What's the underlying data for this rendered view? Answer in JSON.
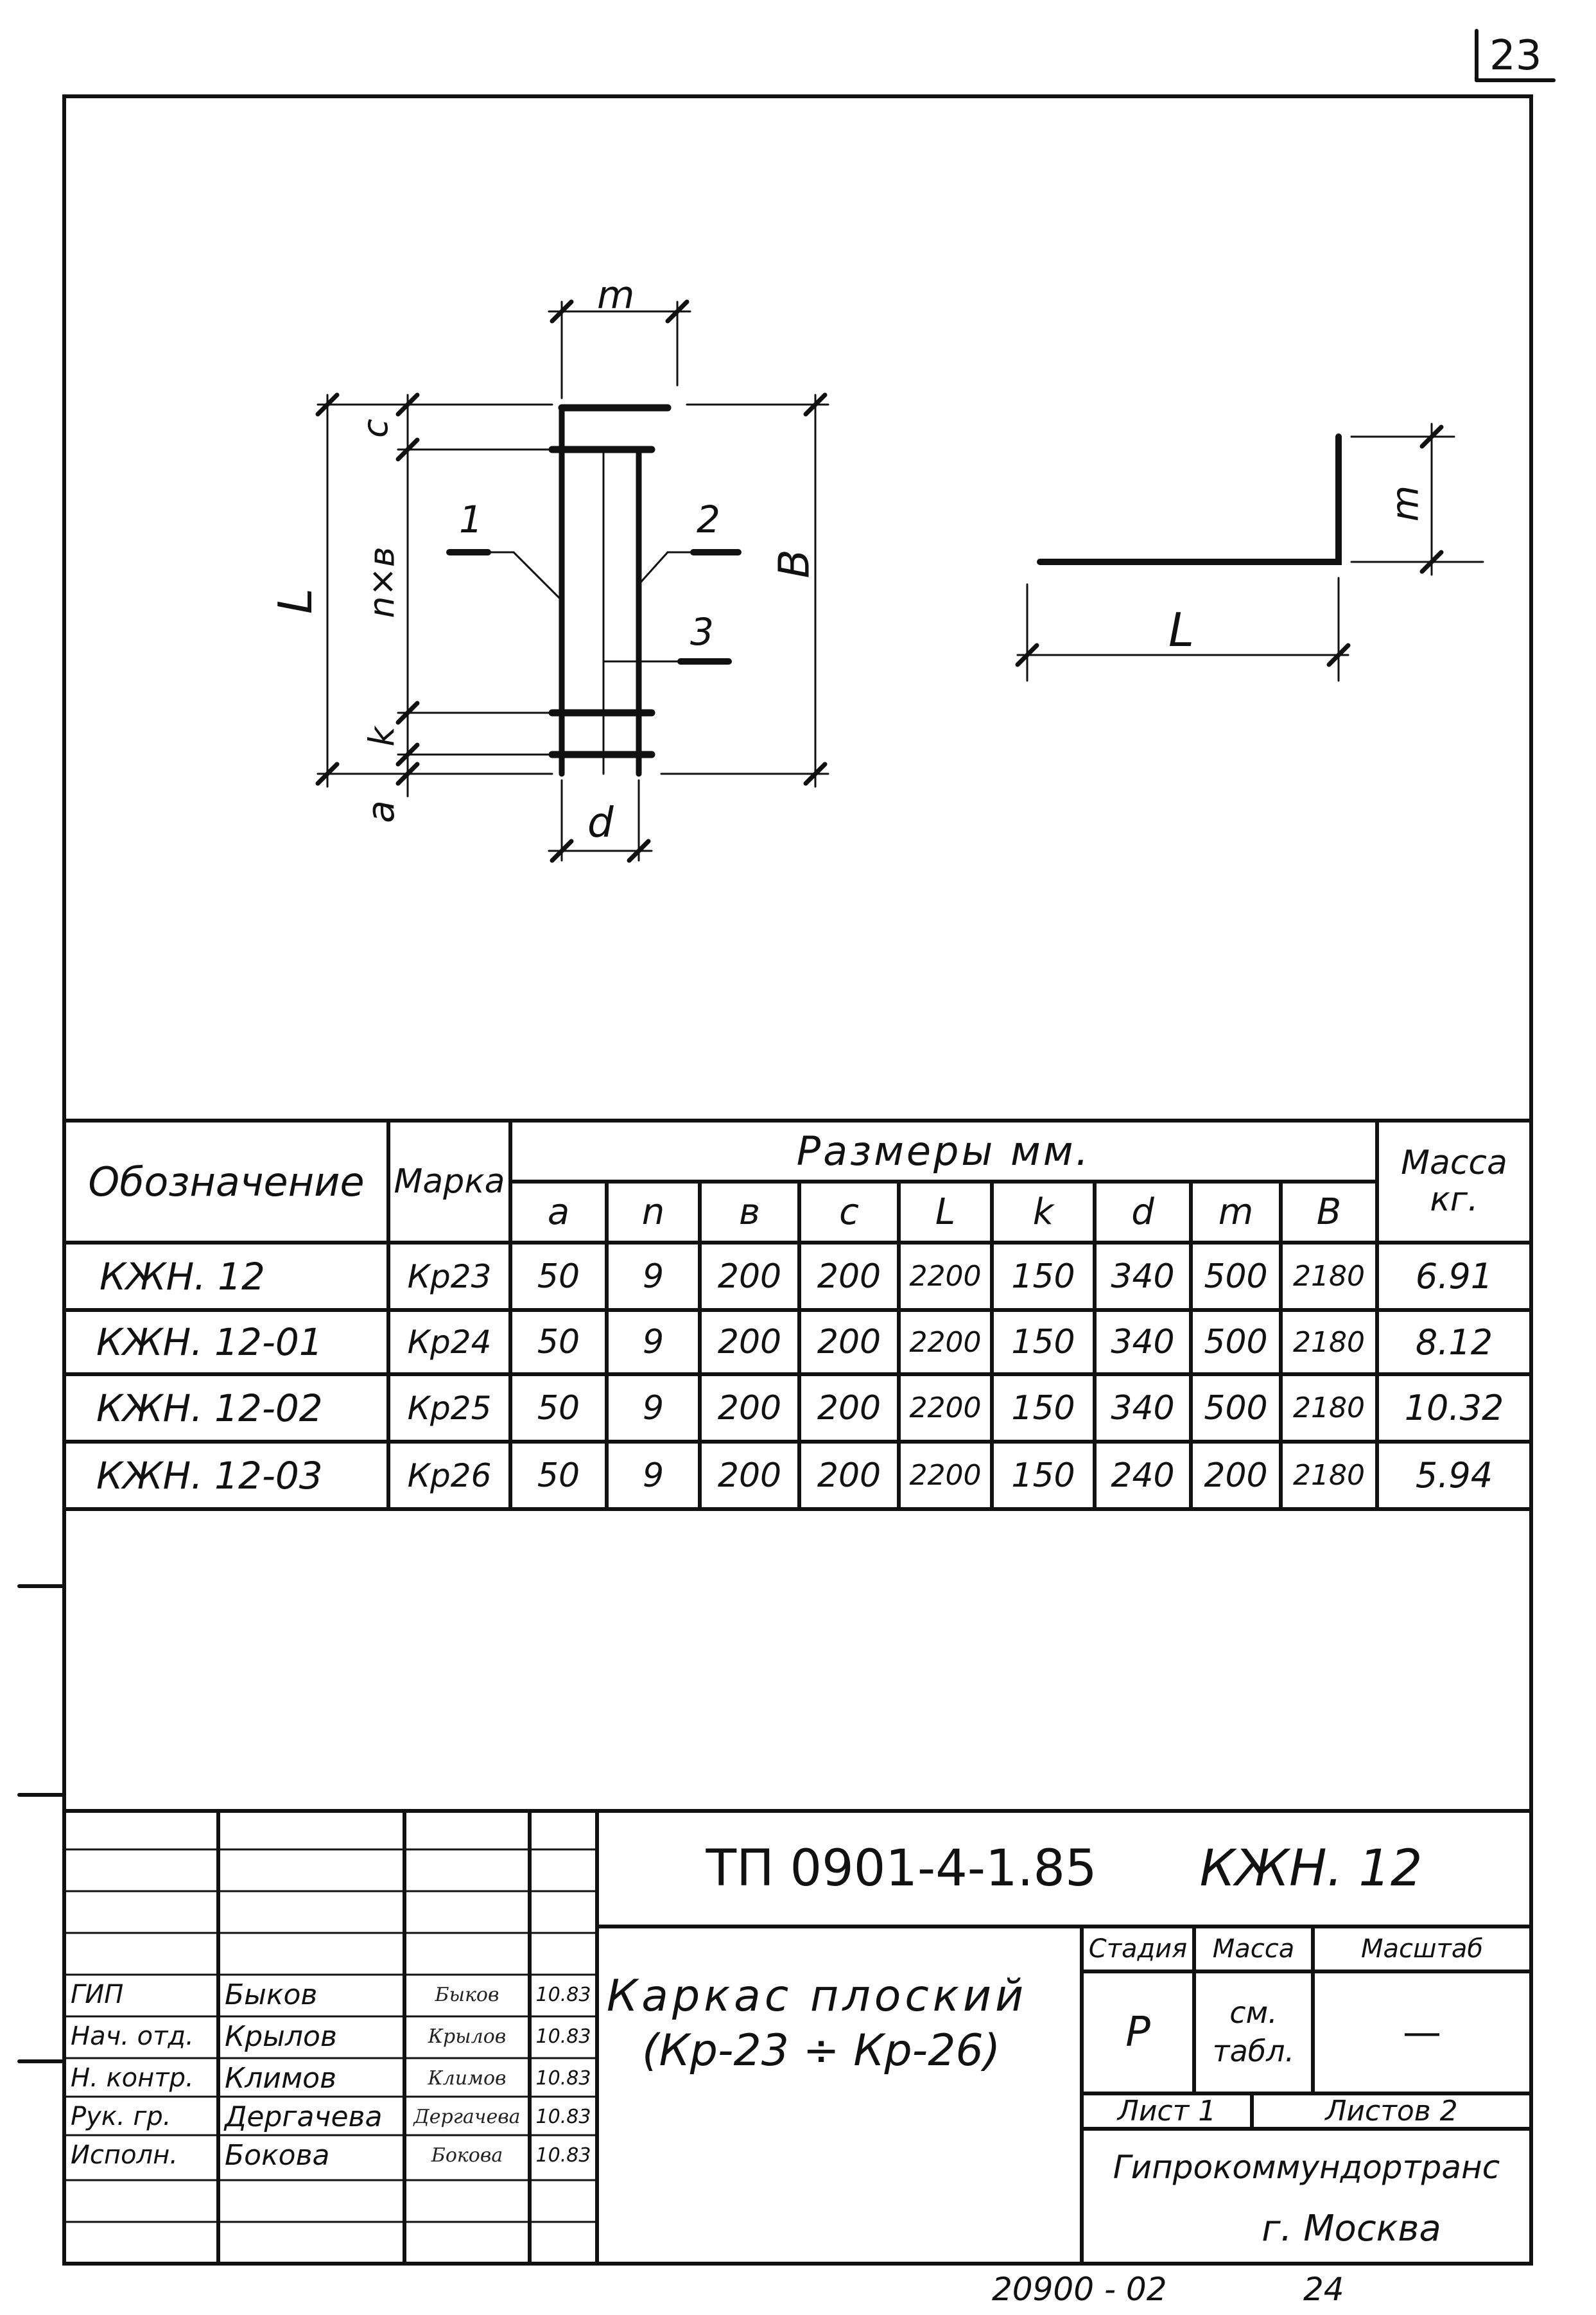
{
  "page_number": "23",
  "drawing": {
    "left_view": {
      "dim_m": "m",
      "dim_c": "c",
      "dim_nxb": "n×в",
      "dim_k": "k",
      "dim_a": "a",
      "dim_L": "L",
      "dim_B": "B",
      "dim_d": "d",
      "callout_1": "1",
      "callout_2": "2",
      "callout_3": "3"
    },
    "right_view": {
      "dim_m": "m",
      "dim_L": "L"
    }
  },
  "table": {
    "col_designation": "Обозначение",
    "col_mark": "Марка",
    "group_dimensions": "Размеры мм.",
    "col_mass": "Масса кг.",
    "dim_headers": [
      "a",
      "n",
      "в",
      "c",
      "L",
      "k",
      "d",
      "m",
      "B"
    ],
    "rows": [
      {
        "designation": "КЖН. 12",
        "mark": "Кр23",
        "dims": [
          "50",
          "9",
          "200",
          "200",
          "2200",
          "150",
          "340",
          "500",
          "2180"
        ],
        "mass": "6.91"
      },
      {
        "designation": "КЖН. 12-01",
        "mark": "Кр24",
        "dims": [
          "50",
          "9",
          "200",
          "200",
          "2200",
          "150",
          "340",
          "500",
          "2180"
        ],
        "mass": "8.12"
      },
      {
        "designation": "КЖН. 12-02",
        "mark": "Кр25",
        "dims": [
          "50",
          "9",
          "200",
          "200",
          "2200",
          "150",
          "340",
          "500",
          "2180"
        ],
        "mass": "10.32"
      },
      {
        "designation": "КЖН. 12-03",
        "mark": "Кр26",
        "dims": [
          "50",
          "9",
          "200",
          "200",
          "2200",
          "150",
          "240",
          "200",
          "2180"
        ],
        "mass": "5.94"
      }
    ]
  },
  "title_block": {
    "document_code": "ТП 0901-4-1.85",
    "series": "КЖН. 12",
    "title_line1": "Каркас плоский",
    "title_line2": "(Кр-23 ÷ Кр-26)",
    "stage_label": "Стадия",
    "stage_value": "Р",
    "mass_label": "Масса",
    "mass_value_line1": "см.",
    "mass_value_line2": "табл.",
    "scale_label": "Масштаб",
    "scale_value": "—",
    "sheet_label": "Лист 1",
    "sheets_label": "Листов 2",
    "organization": "Гипрокоммундортранс",
    "city": "г. Москва",
    "signatures": [
      {
        "role": "ГИП",
        "name": "Быков",
        "sign": "Быков",
        "date": "10.83"
      },
      {
        "role": "Нач. отд.",
        "name": "Крылов",
        "sign": "Крылов",
        "date": "10.83"
      },
      {
        "role": "Н. контр.",
        "name": "Климов",
        "sign": "Климов",
        "date": "10.83"
      },
      {
        "role": "Рук. гр.",
        "name": "Дергачева",
        "sign": "Дергачева",
        "date": "10.83"
      },
      {
        "role": "Исполн.",
        "name": "Бокова",
        "sign": "Бокова",
        "date": "10.83"
      }
    ]
  },
  "footer": {
    "archive_number": "20900 - 02",
    "page": "24"
  }
}
